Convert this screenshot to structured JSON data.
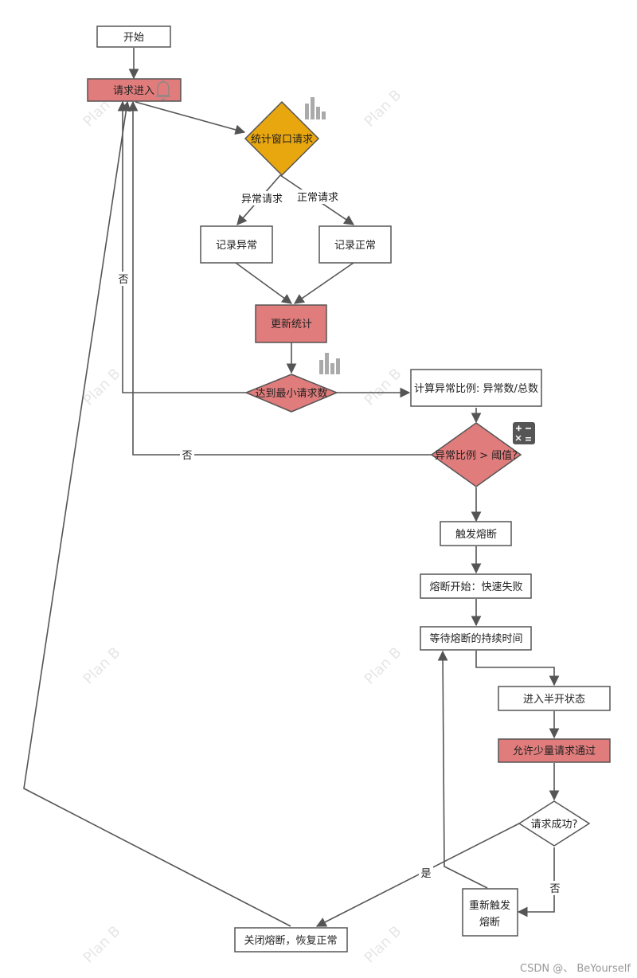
{
  "nodes": {
    "start": "开始",
    "request_in": "请求进入",
    "count_window": "统计窗口请求",
    "record_error": "记录异常",
    "record_normal": "记录正常",
    "update_stats": "更新统计",
    "min_requests": "达到最小请求数",
    "calc_ratio": "计算异常比例: 异常数/总数",
    "ratio_threshold": "异常比例 > 阈值?",
    "trigger_break": "触发熔断",
    "break_start": "熔断开始：快速失败",
    "wait_duration": "等待熔断的持续时间",
    "half_open": "进入半开状态",
    "allow_few": "允许少量请求通过",
    "request_success": "请求成功?",
    "retrigger_line1": "重新触发",
    "retrigger_line2": "熔断",
    "close_break": "关闭熔断，恢复正常"
  },
  "edge_labels": {
    "abnormal_request": "异常请求",
    "normal_request": "正常请求",
    "no_1": "否",
    "no_2": "否",
    "no_3": "否",
    "yes": "是"
  },
  "watermark": "Plan B",
  "footer": "CSDN @、 BeYourself",
  "colors": {
    "red_fill": "#e07c7c",
    "orange_fill": "#e8a60f",
    "border": "#555555",
    "icon_gray": "#aaaaaa",
    "icon_dark": "#555555"
  }
}
